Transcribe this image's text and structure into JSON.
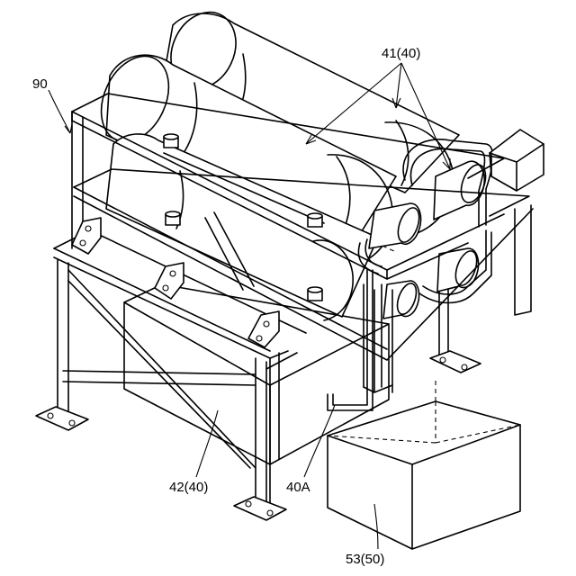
{
  "labels": {
    "machine": "90",
    "drums": "41(40)",
    "tank": "42(40)",
    "pipe": "40A",
    "container": "53(50)"
  }
}
